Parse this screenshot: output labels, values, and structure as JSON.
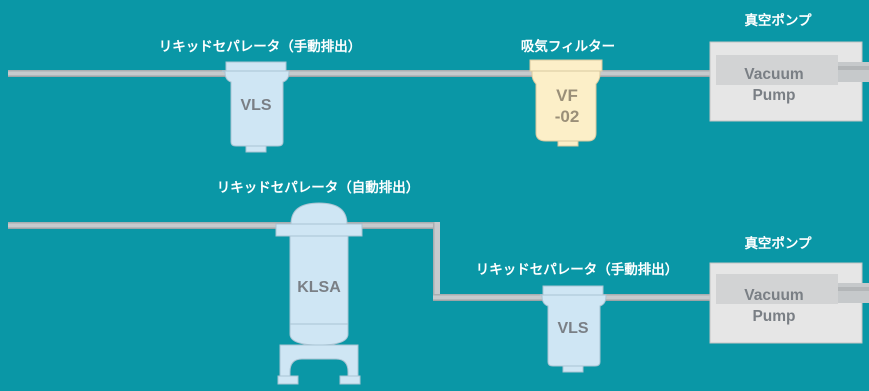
{
  "row1": {
    "separator_label": "リキッドセパレータ（手動排出）",
    "separator_name": "VLS",
    "filter_label": "吸気フィルター",
    "filter_name_line1": "VF",
    "filter_name_line2": "-02",
    "pump_label": "真空ポンプ",
    "pump_line1": "Vacuum",
    "pump_line2": "Pump"
  },
  "row2": {
    "auto_separator_label": "リキッドセパレータ（自動排出）",
    "auto_separator_name": "KLSA",
    "separator_label": "リキッドセパレータ（手動排出）",
    "separator_name": "VLS",
    "pump_label": "真空ポンプ",
    "pump_line1": "Vacuum",
    "pump_line2": "Pump"
  },
  "colors": {
    "background": "#0a97a6",
    "pipe": "#c6cacd",
    "separator_fill": "#cfe6f4",
    "filter_fill": "#fcefc8",
    "pump_fill": "#e6e6e6",
    "label_text": "#ffffff"
  }
}
